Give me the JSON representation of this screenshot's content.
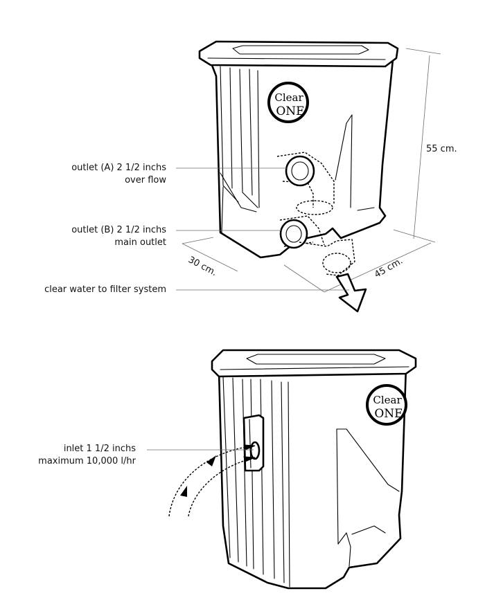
{
  "top_figure": {
    "outlet_a": {
      "line1": "outlet  (A)  2 1/2 inchs",
      "line2": "over flow"
    },
    "outlet_b": {
      "line1": "outlet  (B)  2 1/2 inchs",
      "line2": "main outlet"
    },
    "clear_water": "clear water to filter system",
    "dim_height": "55 cm.",
    "dim_depth": "30 cm.",
    "dim_width": "45 cm.",
    "logo_top": {
      "word1": "Clear",
      "word2": "ONE"
    }
  },
  "bottom_figure": {
    "inlet": {
      "line1": "inlet  1 1/2 inchs",
      "line2": "maximum 10,000 l/hr"
    },
    "logo_top": {
      "word1": "Clear",
      "word2": "ONE"
    }
  },
  "colors": {
    "line": "#000000",
    "leader": "#6b6b6b",
    "background": "#ffffff"
  }
}
